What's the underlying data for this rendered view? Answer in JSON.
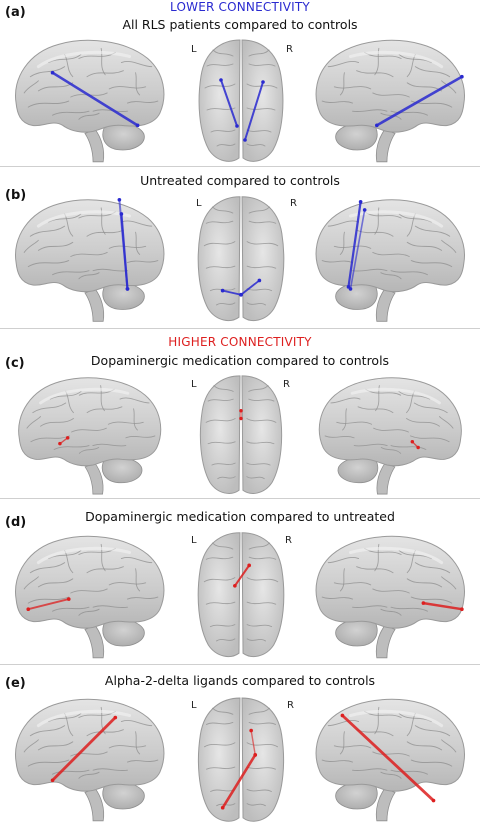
{
  "headings": {
    "lower": "LOWER CONNECTIVITY",
    "higher": "HIGHER CONNECTIVITY"
  },
  "colors": {
    "lower": "#2a2ad0",
    "higher": "#dd1f1f",
    "brain_fill": "#cfcfcf",
    "brain_edge": "#9c9c9c"
  },
  "orientation": {
    "left": "L",
    "right": "R"
  },
  "panels": [
    {
      "id": "a",
      "label": "(a)",
      "title": "All RLS patients compared to controls"
    },
    {
      "id": "b",
      "label": "(b)",
      "title": "Untreated compared to controls"
    },
    {
      "id": "c",
      "label": "(c)",
      "title": "Dopaminergic medication compared to controls"
    },
    {
      "id": "d",
      "label": "(d)",
      "title": "Dopaminergic medication compared to untreated"
    },
    {
      "id": "e",
      "label": "(e)",
      "title": "Alpha-2-delta ligands compared to controls"
    }
  ],
  "views": [
    "left-lateral",
    "axial",
    "right-lateral"
  ]
}
